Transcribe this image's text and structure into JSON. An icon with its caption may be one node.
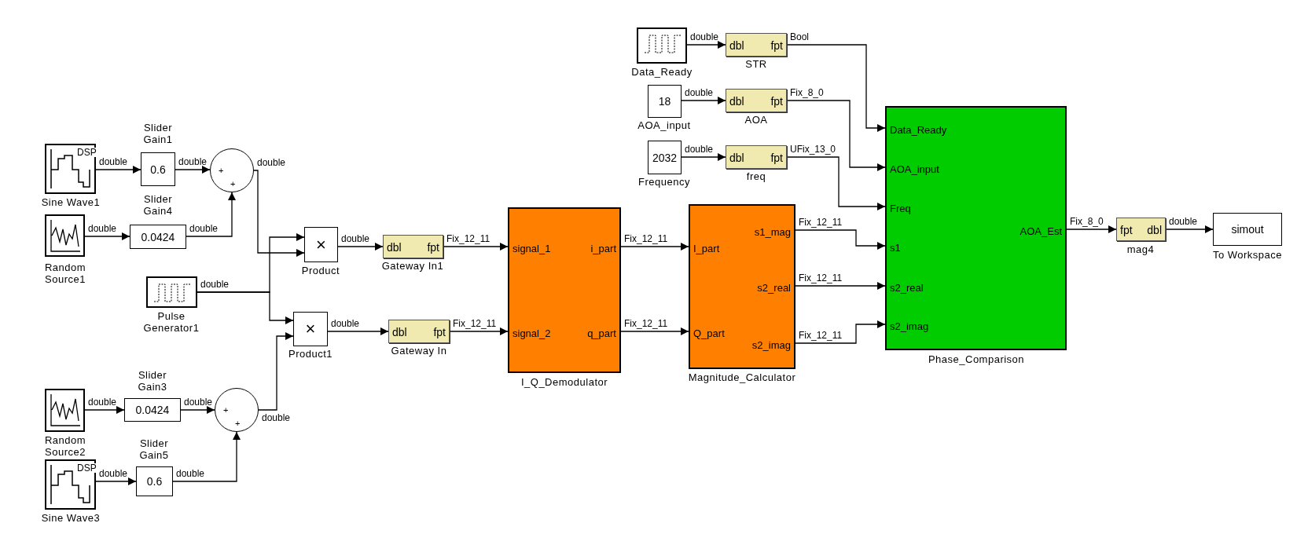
{
  "diagram": {
    "nodes": [
      {
        "text": [
          "DSP"
        ],
        "beside": [
          "Sine Wave1"
        ]
      },
      {
        "text": [
          "0.6"
        ],
        "beside": [
          "Slider Gain1"
        ]
      },
      {
        "text": [
          "+",
          "+"
        ]
      },
      {
        "text": [],
        "shape": "box",
        "beside": [
          "Random Source1"
        ]
      },
      {
        "text": [
          "0.0424"
        ],
        "beside": [
          "Slider Gain4"
        ]
      },
      {
        "text": [
          "×"
        ],
        "beside": [
          "Product"
        ]
      },
      {
        "text": [],
        "shape": "box",
        "beside": [
          "Pulse Generator1"
        ]
      },
      {
        "text": [
          "×"
        ],
        "beside": [
          "Product1"
        ]
      },
      {
        "text": [
          "dbl",
          "fpt"
        ],
        "beside": [
          "Gateway In1"
        ]
      },
      {
        "text": [
          "dbl",
          "fpt"
        ],
        "beside": [
          "Gateway In"
        ]
      },
      {
        "text": [
          "signal_1",
          "signal_2",
          "i_part",
          "q_part"
        ],
        "beside": [
          "I_Q_Demodulator"
        ]
      },
      {
        "text": [
          "I_part",
          "Q_part",
          "s1_mag",
          "s2_real",
          "s2_imag"
        ],
        "beside": [
          "Magnitude_Calculator"
        ]
      },
      {
        "text": [],
        "shape": "box",
        "beside": [
          "Data_Ready"
        ]
      },
      {
        "text": [
          "dbl",
          "fpt"
        ],
        "beside": [
          "STR"
        ]
      },
      {
        "text": [
          "18"
        ],
        "beside": [
          "AOA_input"
        ]
      },
      {
        "text": [
          "dbl",
          "fpt"
        ],
        "beside": [
          "AOA"
        ]
      },
      {
        "text": [
          "2032"
        ],
        "beside": [
          "Frequency"
        ]
      },
      {
        "text": [
          "dbl",
          "fpt"
        ],
        "beside": [
          "freq"
        ]
      },
      {
        "text": [
          "Data_Ready",
          "AOA_input",
          "Freq",
          "s1",
          "s2_real",
          "s2_imag",
          "AOA_Est"
        ],
        "beside": [
          "Phase_Comparison"
        ]
      },
      {
        "text": [
          "fpt",
          "dbl"
        ],
        "beside": [
          "mag4"
        ]
      },
      {
        "text": [
          "simout"
        ],
        "beside": [
          "To Workspace"
        ]
      },
      {
        "text": [],
        "shape": "box",
        "beside": [
          "Random Source2"
        ]
      },
      {
        "text": [
          "0.0424"
        ],
        "beside": [
          "Slider Gain3"
        ]
      },
      {
        "text": [
          "+",
          "+"
        ]
      },
      {
        "text": [
          "DSP"
        ],
        "beside": [
          "Sine Wave3"
        ]
      },
      {
        "text": [
          "0.6"
        ],
        "beside": [
          "Slider Gain5"
        ]
      }
    ],
    "edges": [
      {
        "from": 0,
        "to": 1,
        "arrow": "to",
        "label": "double"
      },
      {
        "from": 1,
        "to": 2,
        "arrow": "to",
        "label": "double"
      },
      {
        "from": 3,
        "to": 4,
        "arrow": "to",
        "label": "double"
      },
      {
        "from": 4,
        "to": 2,
        "arrow": "to",
        "label": "double"
      },
      {
        "from": 2,
        "to": 5,
        "arrow": "to",
        "label": "double"
      },
      {
        "from": 6,
        "to": 5,
        "arrow": "to",
        "label": "double"
      },
      {
        "from": 6,
        "to": 7,
        "arrow": "to"
      },
      {
        "from": 5,
        "to": 8,
        "arrow": "to",
        "label": "double"
      },
      {
        "from": 7,
        "to": 9,
        "arrow": "to",
        "label": "double"
      },
      {
        "from": 8,
        "to": 10,
        "arrow": "to",
        "label": "Fix_12_11"
      },
      {
        "from": 9,
        "to": 10,
        "arrow": "to",
        "label": "Fix_12_11"
      },
      {
        "from": 10,
        "to": 11,
        "arrow": "to",
        "label": "Fix_12_11"
      },
      {
        "from": 10,
        "to": 11,
        "arrow": "to",
        "label": "Fix_12_11"
      },
      {
        "from": 11,
        "to": 18,
        "arrow": "to",
        "label": "Fix_12_11"
      },
      {
        "from": 11,
        "to": 18,
        "arrow": "to",
        "label": "Fix_12_11"
      },
      {
        "from": 11,
        "to": 18,
        "arrow": "to",
        "label": "Fix_12_11"
      },
      {
        "from": 12,
        "to": 13,
        "arrow": "to",
        "label": "double"
      },
      {
        "from": 14,
        "to": 15,
        "arrow": "to",
        "label": "double"
      },
      {
        "from": 16,
        "to": 17,
        "arrow": "to",
        "label": "double"
      },
      {
        "from": 13,
        "to": 18,
        "arrow": "to",
        "label": "Bool"
      },
      {
        "from": 15,
        "to": 18,
        "arrow": "to",
        "label": "Fix_8_0"
      },
      {
        "from": 17,
        "to": 18,
        "arrow": "to",
        "label": "UFix_13_0"
      },
      {
        "from": 18,
        "to": 19,
        "arrow": "to",
        "label": "Fix_8_0"
      },
      {
        "from": 19,
        "to": 20,
        "arrow": "to",
        "label": "double"
      },
      {
        "from": 21,
        "to": 22,
        "arrow": "to",
        "label": "double"
      },
      {
        "from": 22,
        "to": 23,
        "arrow": "to",
        "label": "double"
      },
      {
        "from": 24,
        "to": 25,
        "arrow": "to",
        "label": "double"
      },
      {
        "from": 25,
        "to": 23,
        "arrow": "to",
        "label": "double"
      },
      {
        "from": 23,
        "to": 7,
        "arrow": "to",
        "label": "double"
      }
    ]
  }
}
